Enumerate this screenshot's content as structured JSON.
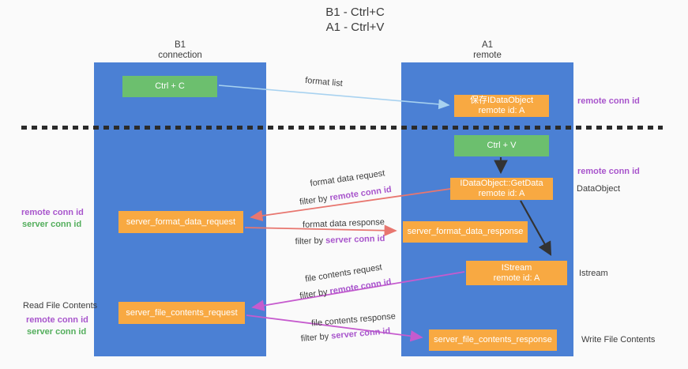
{
  "title": {
    "line1": "B1 - Ctrl+C",
    "line2": "A1 - Ctrl+V"
  },
  "lanes": {
    "left": {
      "name": "B1",
      "role": "connection"
    },
    "right": {
      "name": "A1",
      "role": "remote"
    }
  },
  "boxes": {
    "ctrl_c": "Ctrl + C",
    "ctrl_v": "Ctrl + V",
    "save_dataobject": {
      "line1": "保存IDataObject",
      "line2": "remote id: A"
    },
    "getdata": {
      "line1": "IDataObject::GetData",
      "line2": "remote id: A"
    },
    "istream": {
      "line1": "IStream",
      "line2": "remote id: A"
    },
    "format_request": "server_format_data_request",
    "format_response": "server_format_data_response",
    "file_request": "server_file_contents_request",
    "file_response": "server_file_contents_response"
  },
  "arrow_labels": {
    "format_list": "format list",
    "format_request": {
      "title": "format data request",
      "filter_prefix": "filter by ",
      "filter_target": "remote conn id"
    },
    "format_response": {
      "title": "format data response",
      "filter_prefix": "filter by ",
      "filter_target": "server conn id"
    },
    "file_request": {
      "title": "file contents request",
      "filter_prefix": "filter by ",
      "filter_target": "remote conn id"
    },
    "file_response": {
      "title": "file contents response",
      "filter_prefix": "filter by ",
      "filter_target": "server conn id"
    }
  },
  "side_labels": {
    "right_remote_conn_top": "remote conn id",
    "right_remote_conn_mid": "remote conn id",
    "dataobject": "DataObject",
    "istream": "Istream",
    "write_file_contents": "Write File Contents",
    "left_remote_conn_mid": "remote conn id",
    "left_server_conn_mid": "server conn id",
    "read_file_contents": "Read File Contents",
    "left_remote_conn_bottom": "remote conn id",
    "left_server_conn_bottom": "server conn id"
  },
  "colors": {
    "lane_blue": "#4b80d4",
    "box_green": "#6cbf6e",
    "box_orange": "#f8a942",
    "arrow_lightblue": "#a8d2f0",
    "arrow_red": "#e8766f",
    "arrow_magenta": "#c65bce",
    "arrow_black": "#333333",
    "text_purple": "#a855cc",
    "text_green": "#53ae5c",
    "divider_black": "#2b2b2b",
    "background": "#fafafa"
  }
}
